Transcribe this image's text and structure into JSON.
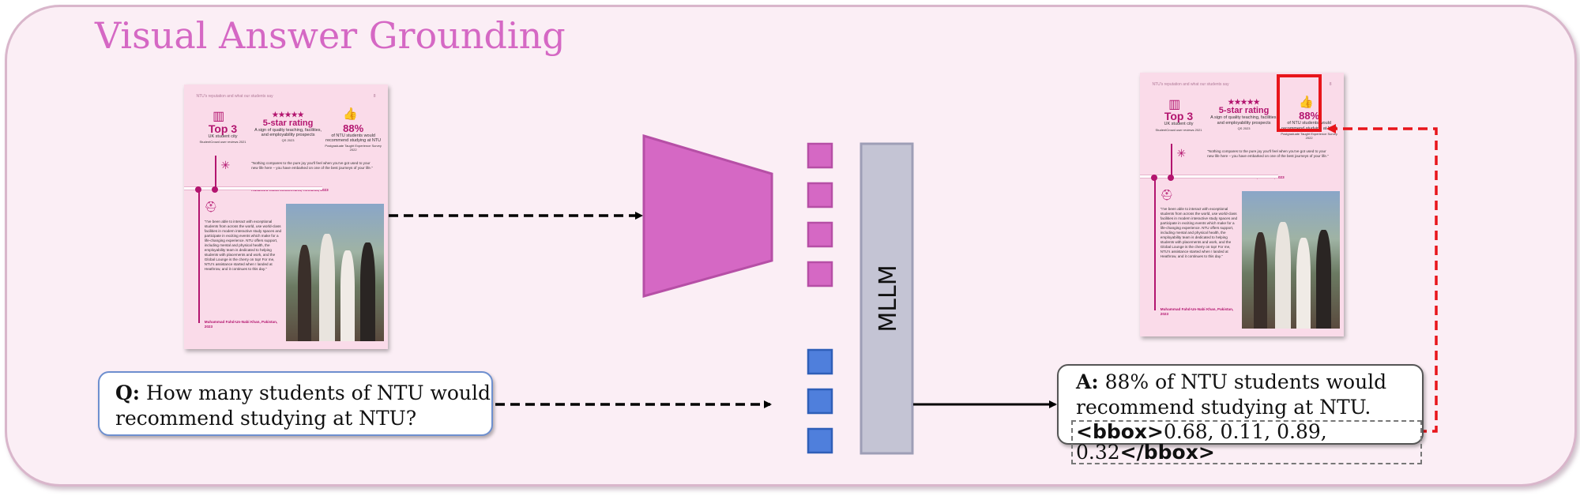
{
  "title": "Visual Answer Grounding",
  "document": {
    "header": "NTU's reputation and what our students say",
    "page_number": "8",
    "stat1": {
      "big": "Top 3",
      "line1": "UK student city",
      "source": "StudentCrowd user reviews 2021"
    },
    "stat2": {
      "stars": "★★★★★",
      "big": "5-star rating",
      "line1": "A sign of quality teaching, facilities, and employability prospects",
      "source": "QS 2023"
    },
    "stat3": {
      "big": "88%",
      "line1": "of NTU students would recommend studying at NTU",
      "source": "Postgraduate Taught Experience Survey 2022"
    },
    "quote1": "\"Nothing compares to the pure joy you'll feel when you've got used to your new life here – you have embarked on one of the best journeys of your life.\"",
    "author1": "Ruxandra-Ioana Moldoveanu, Romania, 2023",
    "quote2": "\"I've been able to interact with exceptional students from across the world, use world-class facilities in modern interactive study spaces and participate in exciting events which make for a life-changing experience. NTU offers support, including mental and physical health, the employability team is dedicated to helping students with placements and work, and the Global Lounge is the cherry on top! For me, NTU's assistance started when I landed at Heathrow, and it continues to this day.\"",
    "author2": "Muhammad Fahd-Un-Nabi Khan, Pakistan, 2023"
  },
  "question": {
    "label": "Q:",
    "text": "How many students of NTU would recommend studying at NTU?"
  },
  "model": {
    "label": "MLLM"
  },
  "answer": {
    "label": "A:",
    "text": "88% of NTU students would recommend studying at NTU.",
    "bbox_open": "<bbox>",
    "bbox_values": "0.68, 0.11, 0.89, 0.32",
    "bbox_close": "</bbox>"
  },
  "colors": {
    "encoder": "#d568c4",
    "visual_token": "#d568c4",
    "text_token": "#4f7fdc",
    "mllm": "#c4c4d4",
    "highlight": "#e8151b",
    "title": "#d568c4"
  }
}
